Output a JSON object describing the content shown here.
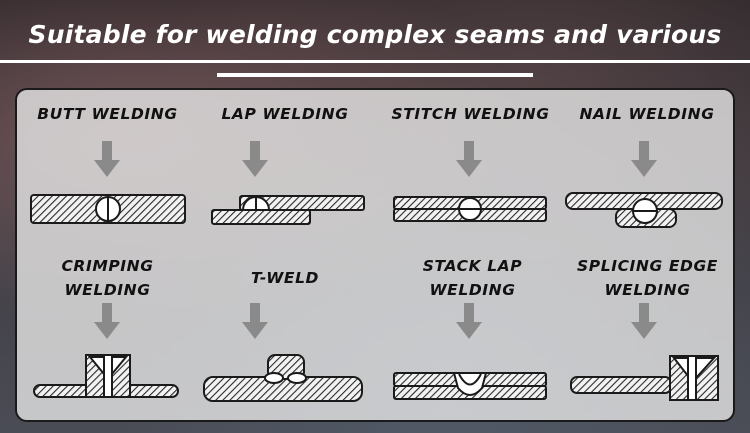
{
  "header": {
    "title": "Suitable for welding complex seams and various"
  },
  "welding_types": [
    {
      "label": "BUTT WELDING"
    },
    {
      "label": "LAP WELDING"
    },
    {
      "label": "STITCH WELDING"
    },
    {
      "label": "NAIL WELDING"
    },
    {
      "label": "CRIMPING\nWELDING"
    },
    {
      "label": "T-WELD"
    },
    {
      "label": "STACK LAP\nWELDING"
    },
    {
      "label": "SPLICING EDGE\nWELDING"
    }
  ],
  "colors": {
    "arrow": "#8a8a8a",
    "plate_outline": "#1a1a1a",
    "weld": "#ffffff",
    "panel": "#e6e6e6"
  },
  "icons": [
    "down-arrow-icon",
    "weld-joint-diagram"
  ]
}
